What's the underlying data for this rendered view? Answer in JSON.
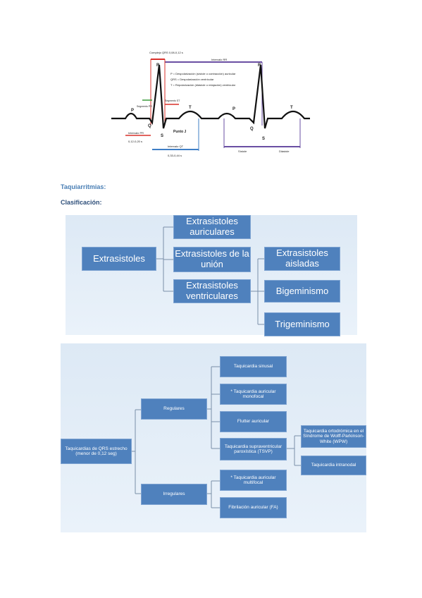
{
  "ecg": {
    "top_label": "Complejo QRS 0,08-0,12 s",
    "rr_label": "Intervalo RR",
    "legend": [
      "P = Despolarización (sístole o contracción) auricular",
      "QRS = Despolarización ventricular",
      "T = Repolarización (diástole o relajación) ventricular"
    ],
    "seg_pr": "Segmento PR",
    "seg_st": "Segmento ST",
    "punto_j": "Punto J",
    "interval_pr": "Intervalo PR",
    "interval_pr_range": "0,12-0,20 s",
    "interval_qt": "Intervalo QT",
    "interval_qt_range": "0,33-0,44 s",
    "sistole": "Sístole",
    "diastole": "Diástole",
    "waves": {
      "p": "P",
      "q": "Q",
      "r": "R",
      "s": "S",
      "t": "T"
    }
  },
  "section_title": "Taquiarritmias:",
  "section_subtitle": "Clasificación:",
  "extrasistoles": {
    "root": "Extrasistoles",
    "auriculares": "Extrasistoles auriculares",
    "union": "Extrasistoles de la unión",
    "ventriculares": "Extrasistoles ventriculares",
    "aisladas": "Extrasistoles aisladas",
    "bigeminismo": "Bigeminismo",
    "trigeminismo": "Trigeminismo"
  },
  "taquicardias": {
    "root": "Taquicardias de QRS estrecho (menor de 0,12 seg)",
    "regulares": "Regulares",
    "irregulares": "Irregulares",
    "sinusal": "Taquicardia sinusal",
    "auricular_monofocal": "* Taquicardia auricular monofocal",
    "flutter": "Flutter auricular",
    "tsvp": "Taquicardia supraventricular paroxística (TSVP)",
    "ortodromica": "Taquicardia ortodrómica en el Síndrome de Wolff-Parkinson-White (WPW)",
    "intranodal": "Taquicardia intranodal",
    "auricular_multifocal": "* Taquicardia auricular multifocal",
    "fibrilacion": "Fibrilación auricular (FA)"
  },
  "colors": {
    "box": "#4f81bd",
    "panel": "#dde9f5",
    "heading": "#4a7fb5"
  }
}
